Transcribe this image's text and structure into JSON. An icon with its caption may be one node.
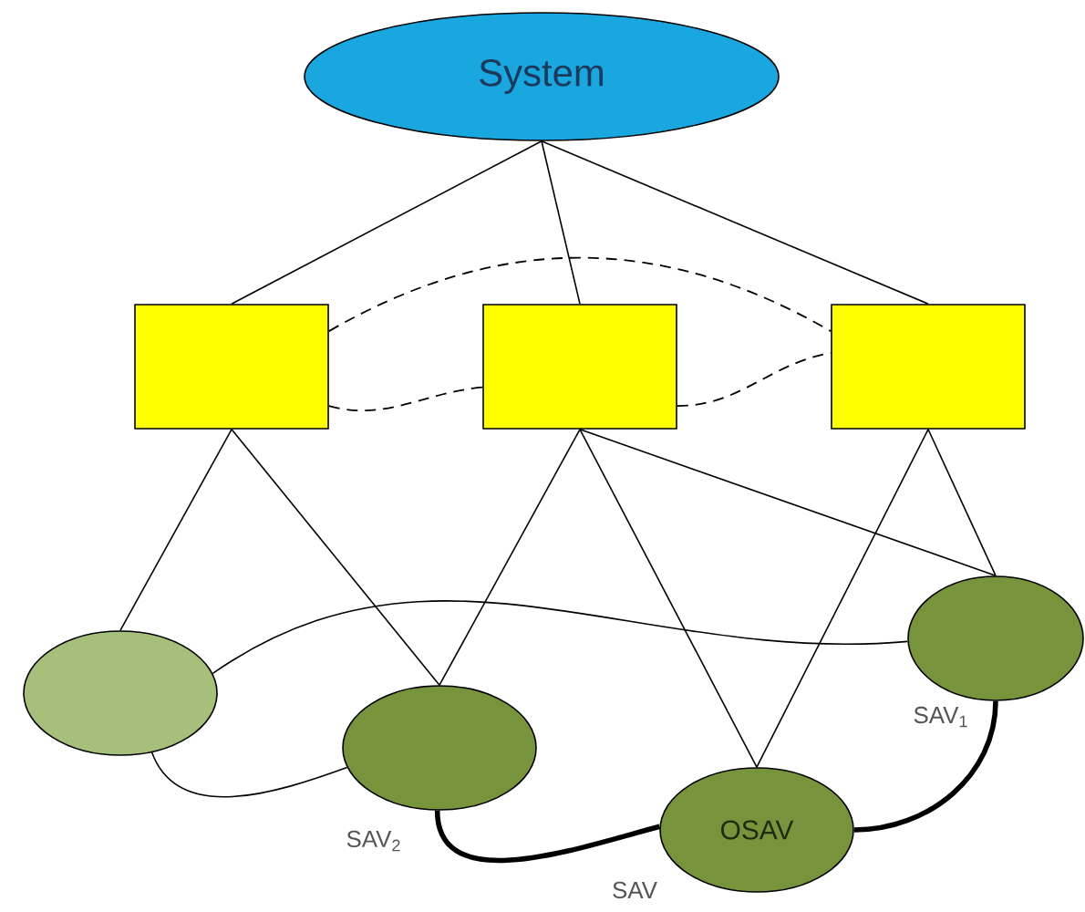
{
  "diagram": {
    "nodes": [
      {
        "text": [
          "System"
        ]
      },
      {
        "text": [],
        "shape": "box"
      },
      {
        "text": [],
        "shape": "box"
      },
      {
        "text": [],
        "shape": "box"
      },
      {
        "text": [],
        "shape": "ellipse"
      },
      {
        "text": [],
        "shape": "ellipse",
        "beside": [
          "SAV$_{2}$"
        ]
      },
      {
        "text": [
          "OSAV"
        ]
      },
      {
        "text": [],
        "shape": "ellipse",
        "beside": [
          "SAV$_{1}$"
        ]
      }
    ],
    "edges": [
      {
        "from": 0,
        "to": 1,
        "arrow": "none"
      },
      {
        "from": 0,
        "to": 2,
        "arrow": "none"
      },
      {
        "from": 0,
        "to": 3,
        "arrow": "none"
      },
      {
        "from": 1,
        "to": 3,
        "arrow": "none",
        "style": "dashed"
      },
      {
        "from": 1,
        "to": 2,
        "arrow": "none",
        "style": "dashed"
      },
      {
        "from": 2,
        "to": 3,
        "arrow": "none",
        "style": "dashed"
      },
      {
        "from": 1,
        "to": 4,
        "arrow": "none"
      },
      {
        "from": 1,
        "to": 5,
        "arrow": "none"
      },
      {
        "from": 2,
        "to": 5,
        "arrow": "none"
      },
      {
        "from": 2,
        "to": 6,
        "arrow": "none"
      },
      {
        "from": 2,
        "to": 7,
        "arrow": "none"
      },
      {
        "from": 3,
        "to": 6,
        "arrow": "none"
      },
      {
        "from": 3,
        "to": 7,
        "arrow": "none"
      },
      {
        "from": 4,
        "to": 7,
        "arrow": "none"
      },
      {
        "from": 4,
        "to": 5,
        "arrow": "none"
      },
      {
        "from": 5,
        "to": 6,
        "arrow": "none",
        "style": "thick",
        "label": "SAV"
      },
      {
        "from": 6,
        "to": 7,
        "arrow": "none",
        "style": "thick"
      }
    ]
  }
}
